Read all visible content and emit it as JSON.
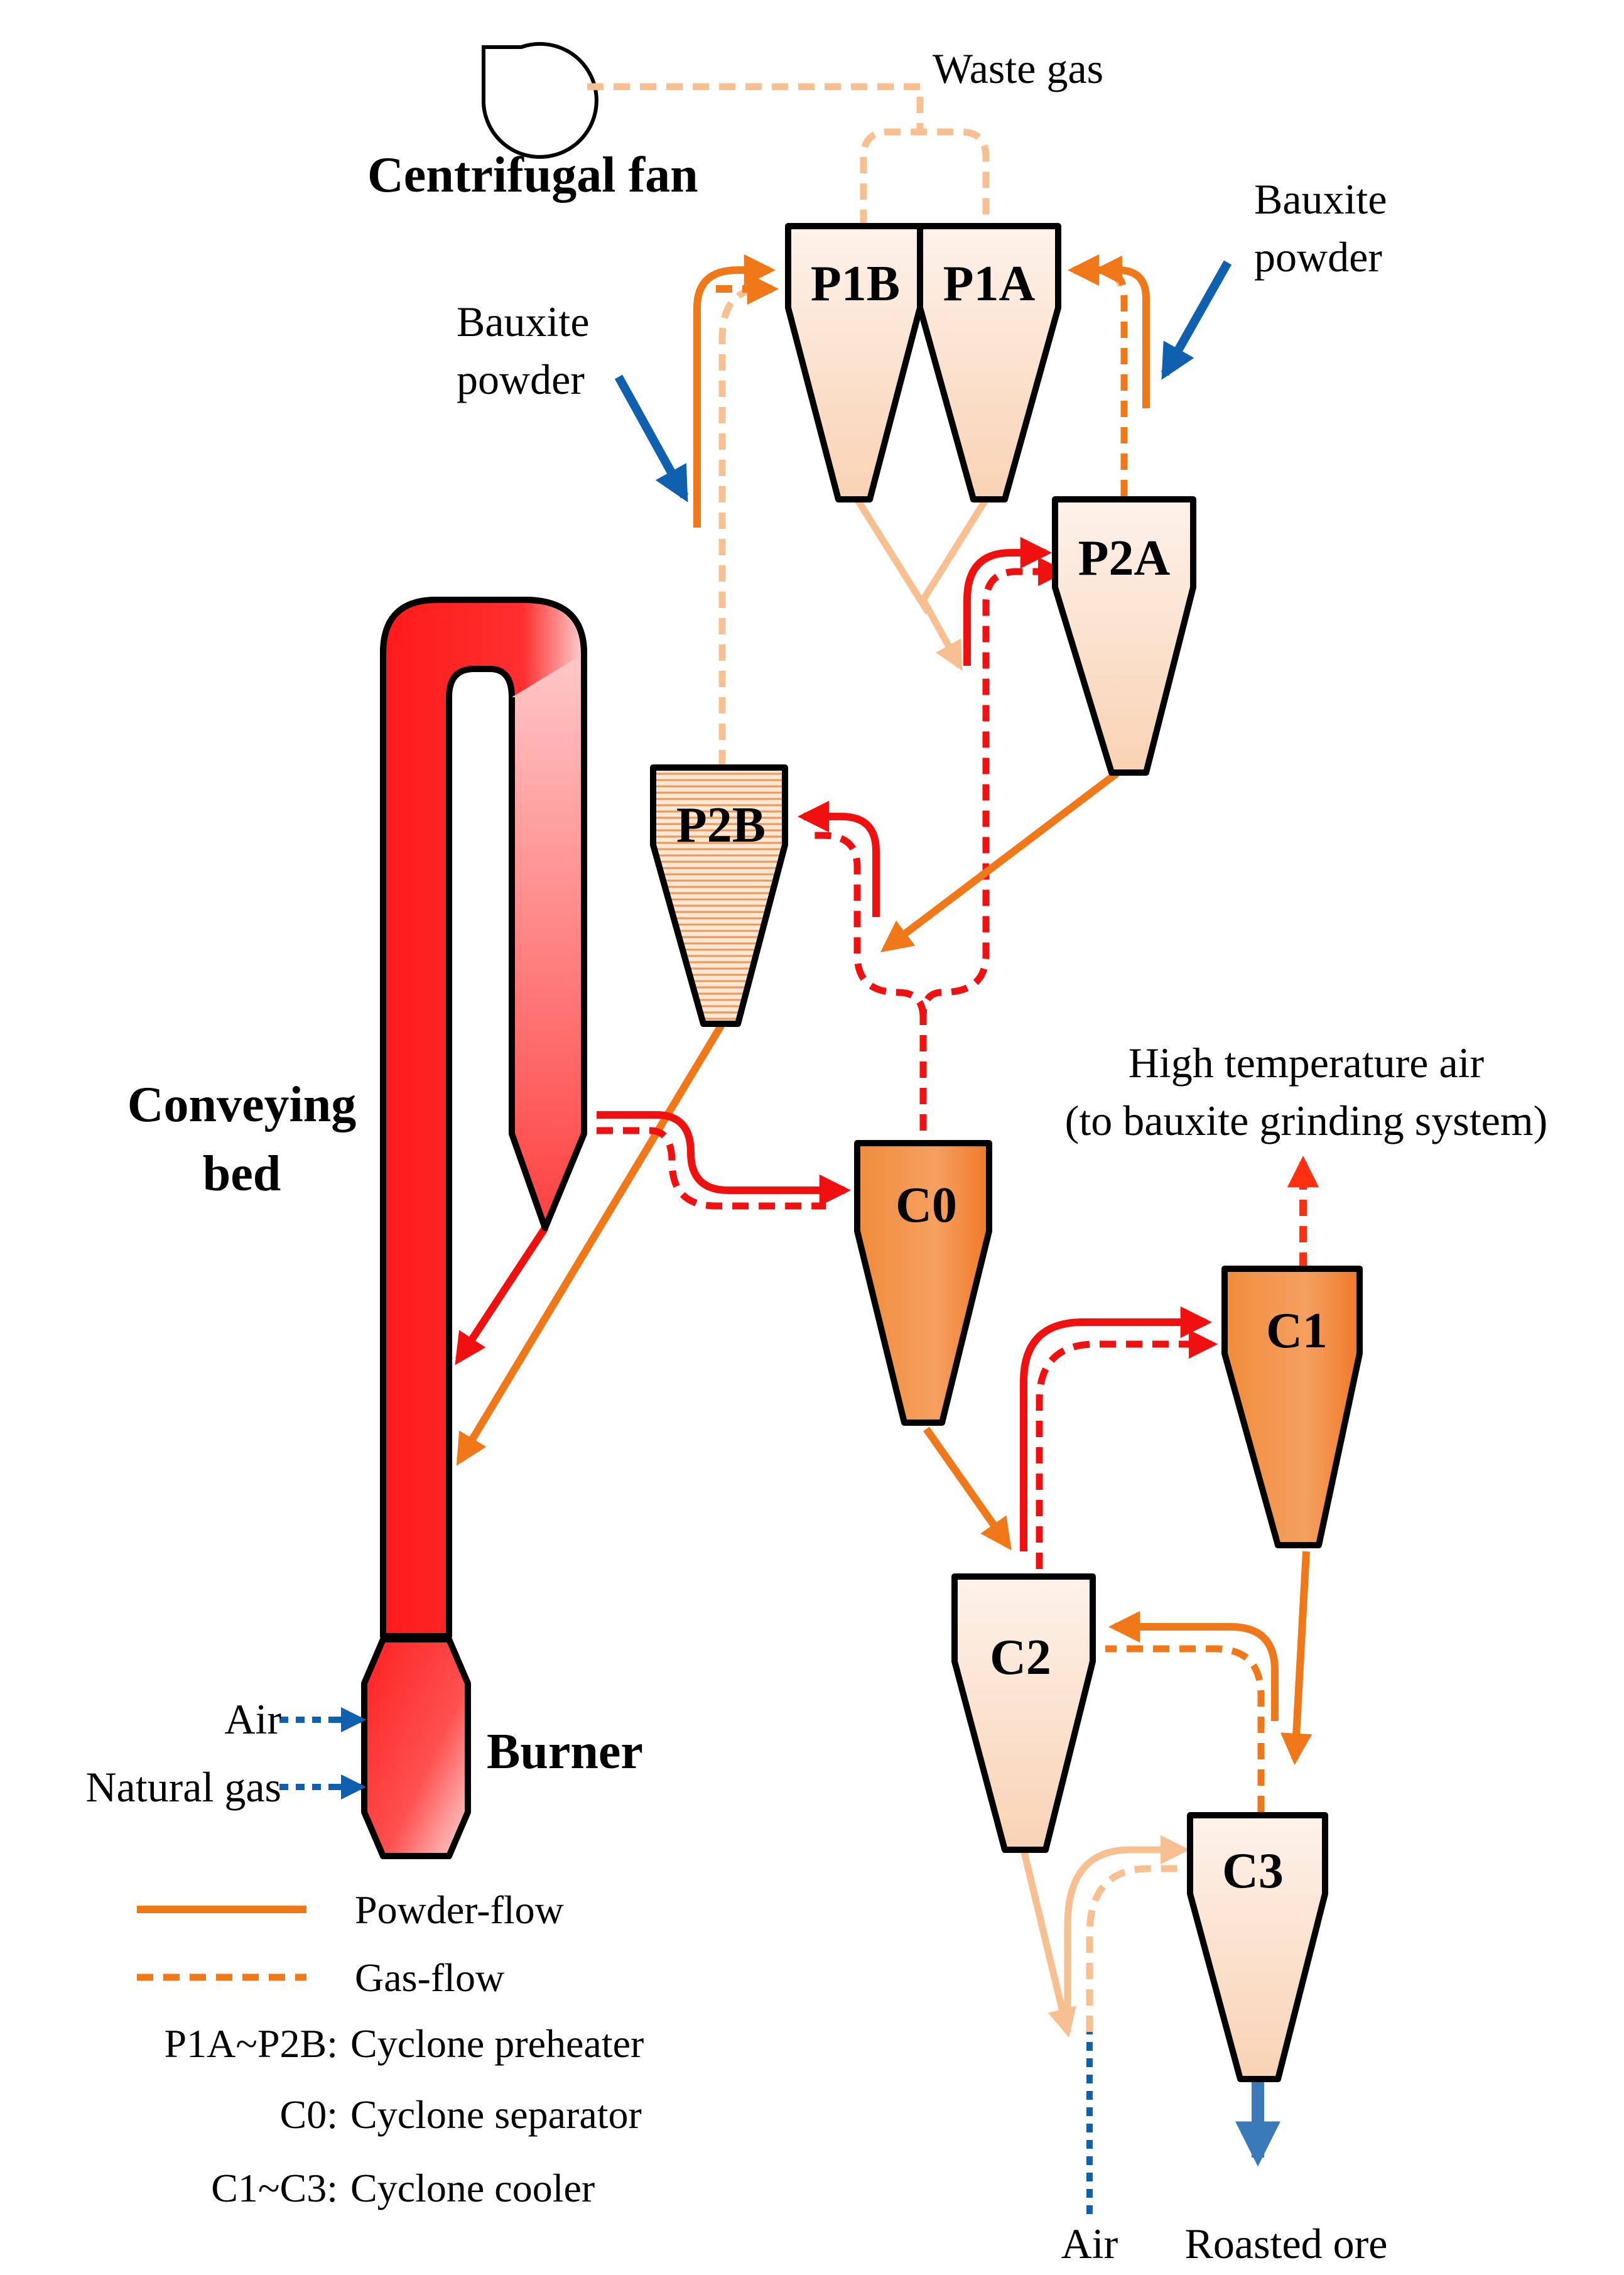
{
  "labels": {
    "centrifugal_fan": "Centrifugal fan",
    "waste_gas": "Waste gas",
    "bauxite_powder_right_1": "Bauxite",
    "bauxite_powder_right_2": "powder",
    "bauxite_powder_left_1": "Bauxite",
    "bauxite_powder_left_2": "powder",
    "conveying_bed_1": "Conveying",
    "conveying_bed_2": "bed",
    "burner": "Burner",
    "air_left": "Air",
    "natural_gas": "Natural gas",
    "hot_air_1": "High temperature air",
    "hot_air_2": "(to bauxite grinding system)",
    "air_bottom": "Air",
    "roasted_ore": "Roasted ore"
  },
  "units": {
    "p1b": "P1B",
    "p1a": "P1A",
    "p2a": "P2A",
    "p2b": "P2B",
    "c0": "C0",
    "c1": "C1",
    "c2": "C2",
    "c3": "C3"
  },
  "legend": {
    "powder_flow": "Powder-flow",
    "gas_flow": "Gas-flow",
    "p1a_p2b_key": "P1A~P2B:",
    "p1a_p2b_val": "Cyclone preheater",
    "c0_key": "C0:",
    "c0_val": "Cyclone separator",
    "c1_c3_key": "C1~C3:",
    "c1_c3_val": "Cyclone cooler"
  },
  "colors": {
    "powder_orange": "#F07818",
    "gas_orange": "#F07818",
    "red": "#F01010",
    "light_orange": "#F8C090",
    "blue": "#1060B0",
    "outline": "#000000"
  }
}
